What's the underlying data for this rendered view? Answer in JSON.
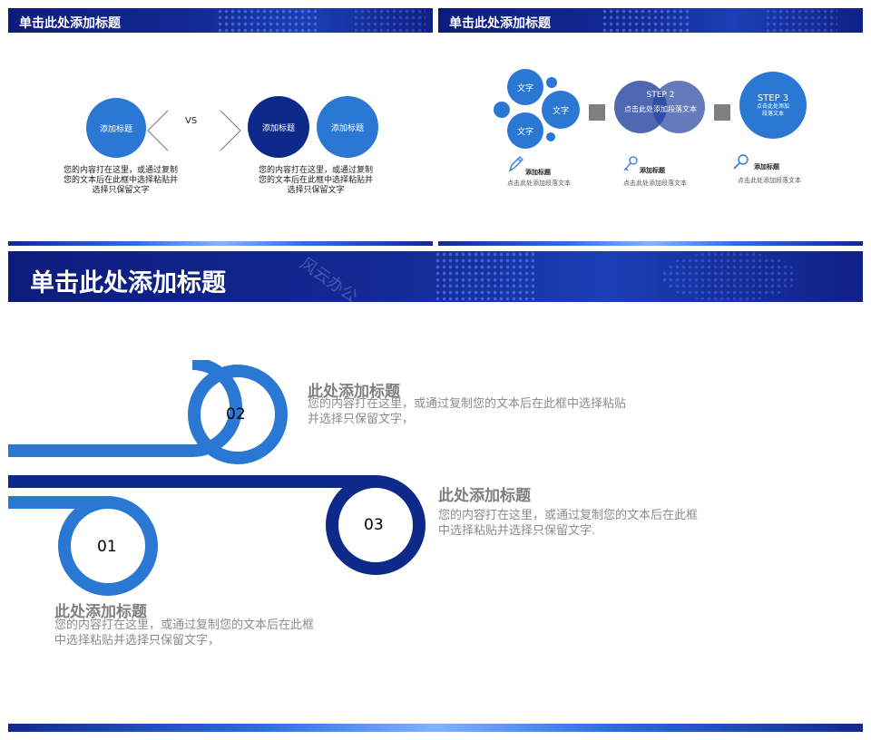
{
  "slide_a": {
    "title": "单击此处添加标题",
    "left_circle": "添加标题",
    "vs": "VS",
    "mid_circle": "添加标题",
    "right_circle": "添加标题",
    "left_text": "您的内容打在这里，或通过复制您的文本后在此框中选择粘贴并选择只保留文字",
    "right_text": "您的内容打在这里，或通过复制您的文本后在此框中选择粘贴并选择只保留文字"
  },
  "slide_b": {
    "title": "单击此处添加标题",
    "bubble_1": "文字",
    "bubble_2": "文字",
    "bubble_3": "文字",
    "step2_label": "STEP 2",
    "step2_text": "点击此处添加段落文本",
    "step3_label": "STEP 3",
    "step3_text": "点击此处添加段落文本",
    "items": [
      {
        "icon": "pencil-icon",
        "title": "添加标题",
        "text": "点击此处添加段落文本"
      },
      {
        "icon": "key-icon",
        "title": "添加标题",
        "text": "点击此处添加段落文本"
      },
      {
        "icon": "magnifier-icon",
        "title": "添加标题",
        "text": "点击此处添加段落文本"
      }
    ]
  },
  "main": {
    "title": "单击此处添加标题",
    "watermark": "风云办公",
    "steps": [
      {
        "num": "02",
        "title": "此处添加标题",
        "body": "您的内容打在这里，或通过复制您的文本后在此框中选择粘贴并选择只保留文字，"
      },
      {
        "num": "03",
        "title": "此处添加标题",
        "body": "您的内容打在这里，或通过复制您的文本后在此框中选择粘贴并选择只保留文字."
      },
      {
        "num": "01",
        "title": "此处添加标题",
        "body": "您的内容打在这里，或通过复制您的文本后在此框中选择粘贴并选择只保留文字，"
      }
    ]
  },
  "colors": {
    "blue_light": "#2a78d4",
    "blue_dark": "#0d2a8a",
    "blue_mid": "#1f5fc8"
  }
}
